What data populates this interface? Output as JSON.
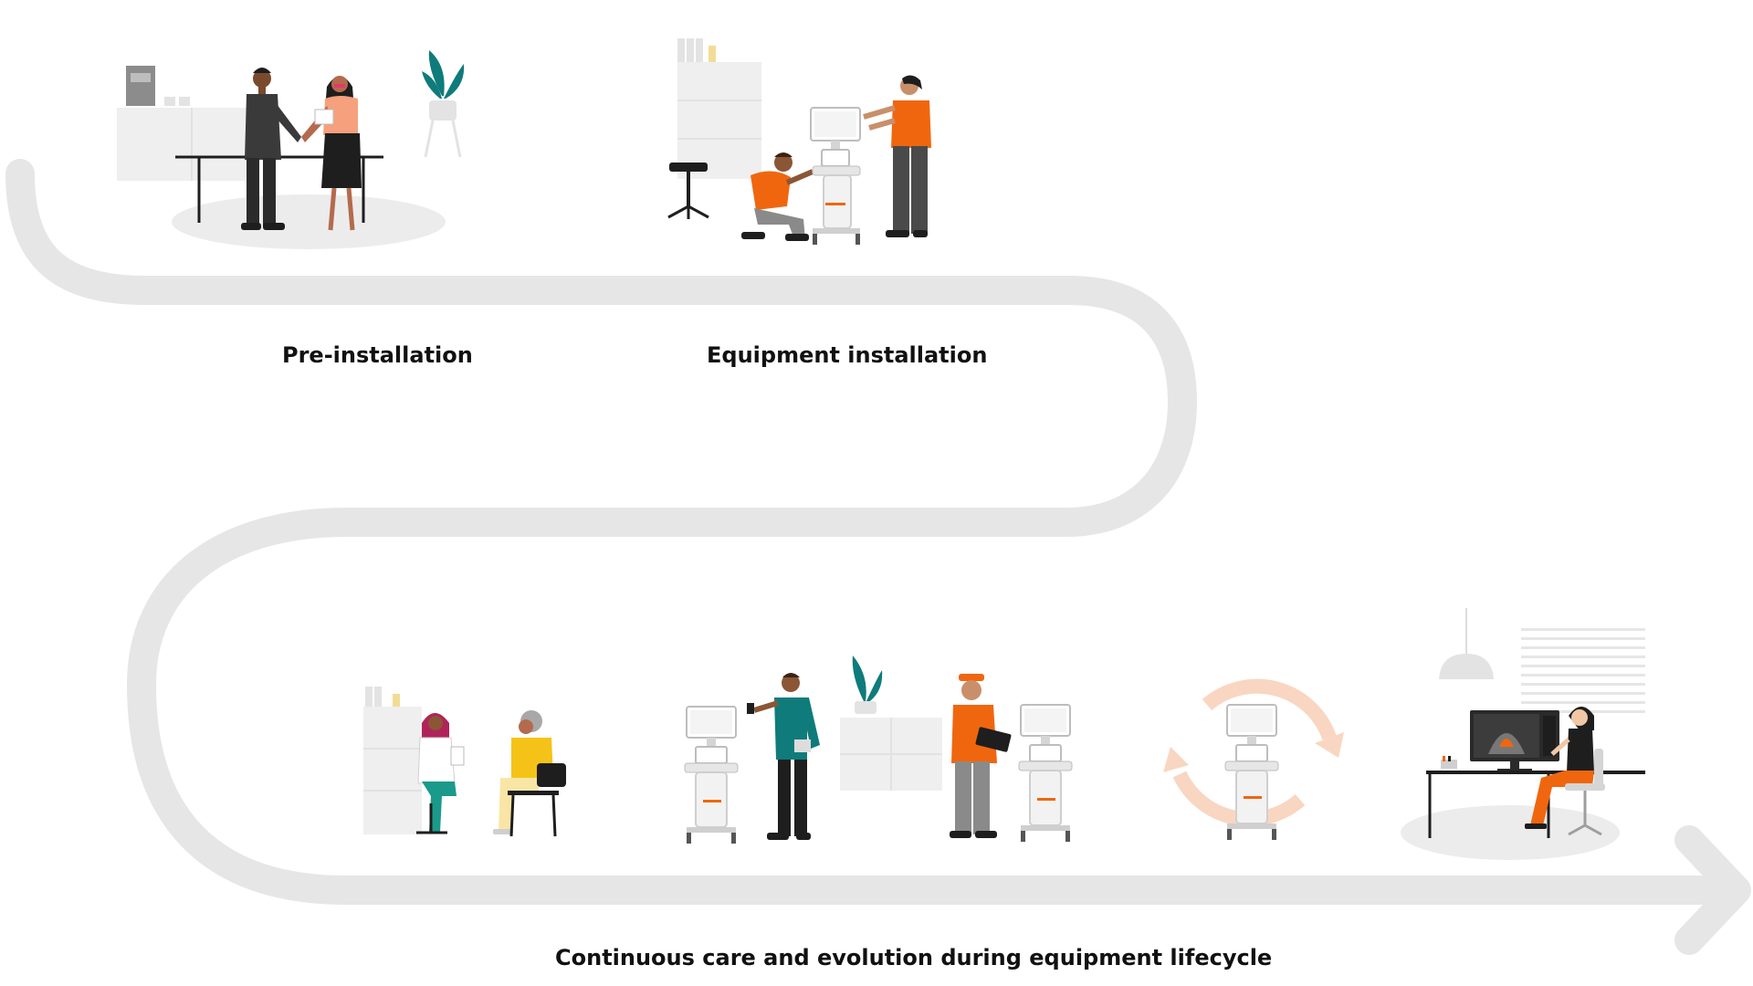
{
  "stages": [
    {
      "label": "Pre-installation"
    },
    {
      "label": "Equipment installation"
    },
    {
      "label": "Continuous care and evolution during equipment lifecycle"
    }
  ],
  "colors": {
    "path": "#e6e6e6",
    "accent": "#f0660f",
    "teal": "#0f7b7b",
    "furniture": "#ececec",
    "dark": "#1e1e1e",
    "cycle": "#f9d6c1"
  }
}
